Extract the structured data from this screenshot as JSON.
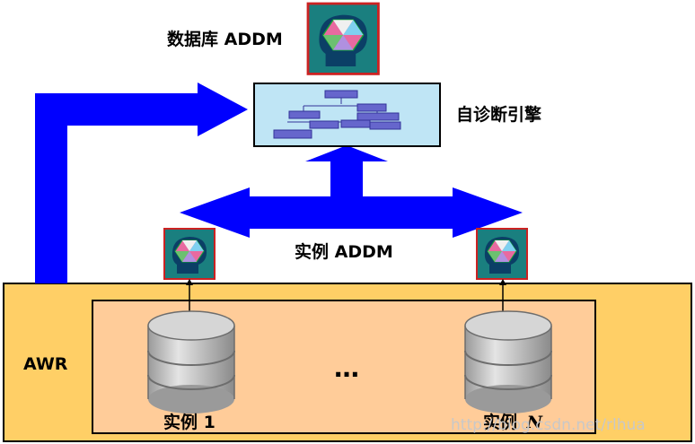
{
  "labels": {
    "db_adddm": "数据库 ADDM",
    "engine": "自诊断引擎",
    "instance_addm": "实例 ADDM",
    "awr": "AWR",
    "instance_1": "实例 1",
    "instance_n_prefix": "实例",
    "instance_n_var": "N",
    "ellipsis": "…",
    "watermark": "http://blog.csdn.net/rlhua"
  },
  "colors": {
    "arrow_blue": "#0000ff",
    "awr_fill": "#ffcf66",
    "inner_fill": "#ffcc99",
    "engine_fill": "#bfe5f5",
    "icon_bg": "#1a7f7f",
    "icon_border": "#cc2222",
    "disk": "#bdbdbd"
  },
  "icons": {
    "db_addm": "brain-head-icon",
    "instance_addm": "brain-head-icon",
    "engine": "hierarchy-icon",
    "database": "database-cylinder-icon"
  }
}
